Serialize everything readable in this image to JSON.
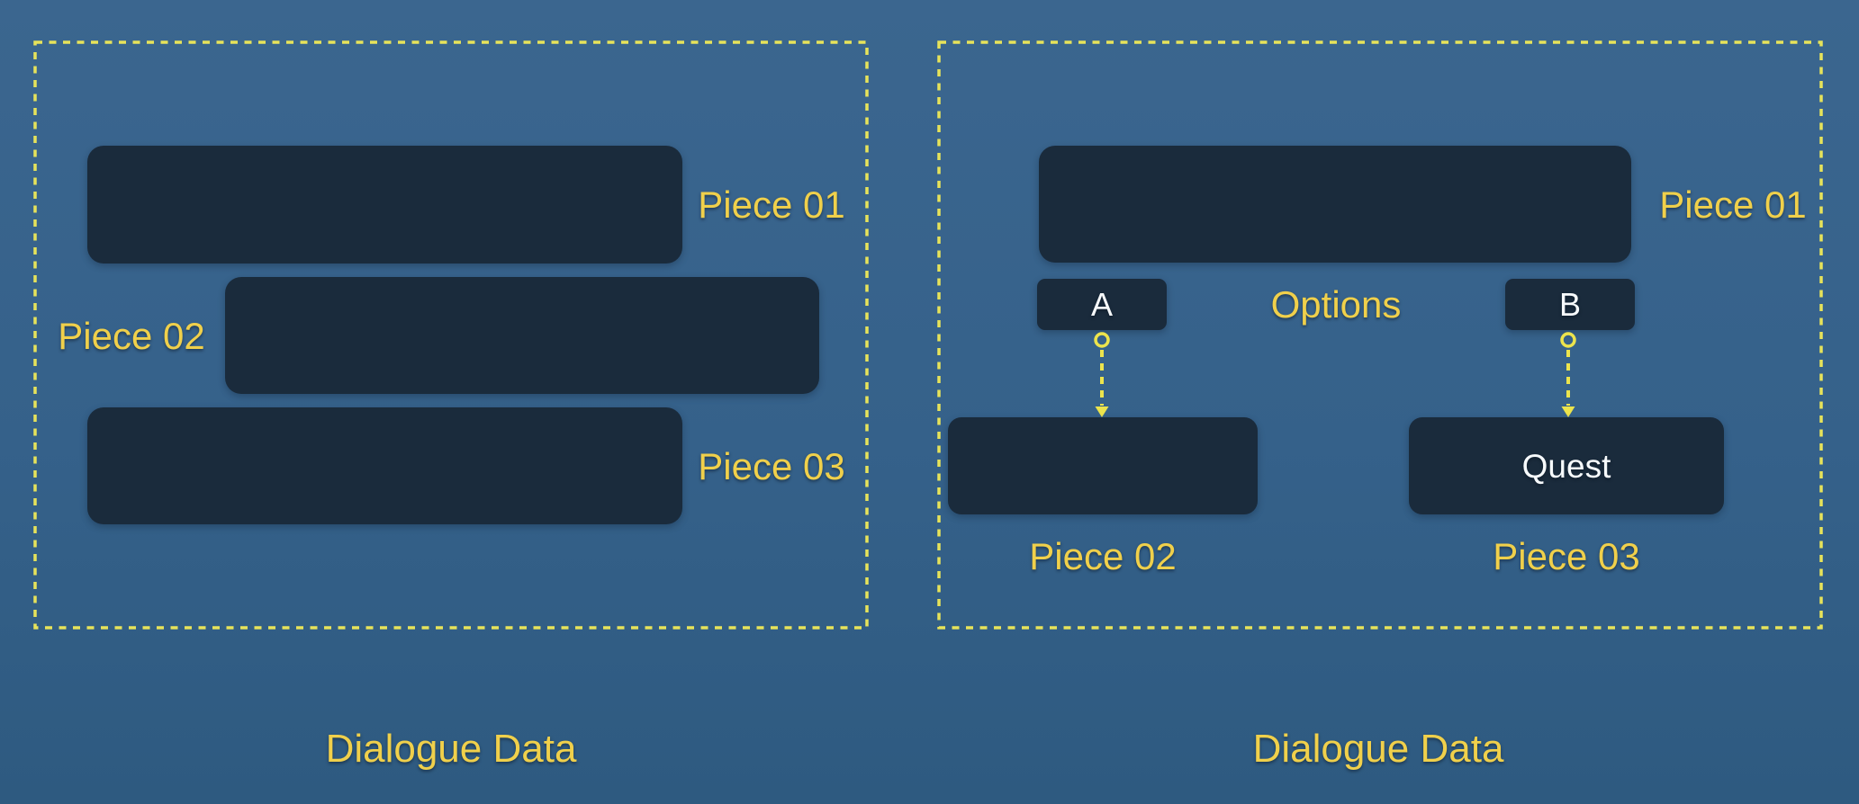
{
  "diagram_title": null,
  "colors": {
    "background_top": "#3b668f",
    "background_bottom": "#2e5a80",
    "node_fill": "#1a2b3c",
    "accent_yellow_text": "#f0d04b",
    "accent_yellow_dash": "#e7e35a",
    "node_text_white": "#f7fafc"
  },
  "left_panel": {
    "caption": "Dialogue Data",
    "pieces": [
      {
        "label": "Piece 01"
      },
      {
        "label": "Piece 02"
      },
      {
        "label": "Piece 03"
      }
    ]
  },
  "right_panel": {
    "caption": "Dialogue Data",
    "piece1_label": "Piece 01",
    "options_label": "Options",
    "option_a_label": "A",
    "option_b_label": "B",
    "piece2_label": "Piece 02",
    "piece3_label": "Piece 03",
    "quest_label": "Quest"
  }
}
